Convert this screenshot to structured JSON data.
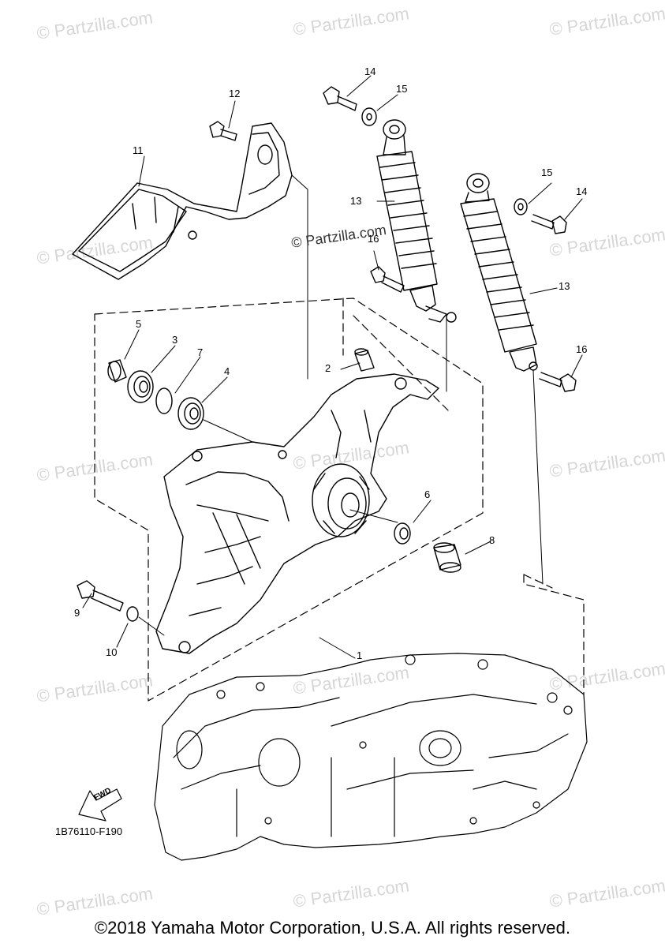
{
  "watermarks": [
    {
      "text": "© Partzilla.com"
    },
    {
      "text": "© Partzilla.com"
    },
    {
      "text": "© Partzilla.com"
    },
    {
      "text": "© Partzilla.com"
    },
    {
      "text": "© Partzilla.com"
    },
    {
      "text": "© Partzilla.com"
    },
    {
      "text": "© Partzilla.com"
    },
    {
      "text": "© Partzilla.com"
    },
    {
      "text": "© Partzilla.com"
    },
    {
      "text": "© Partzilla.com"
    },
    {
      "text": "© Partzilla.com"
    },
    {
      "text": "© Partzilla.com"
    },
    {
      "text": "© Partzilla.com"
    },
    {
      "text": "© Partzilla.com"
    }
  ],
  "center_mark": "© Partzilla.com",
  "callouts": [
    "14",
    "15",
    "12",
    "11",
    "13",
    "16",
    "15",
    "14",
    "13",
    "5",
    "3",
    "7",
    "4",
    "2",
    "16",
    "6",
    "8",
    "9",
    "10",
    "1"
  ],
  "fwd_label": "FWD",
  "diagram_code": "1B76110-F190",
  "copyright": "©2018 Yamaha Motor Corporation, U.S.A. All rights reserved."
}
